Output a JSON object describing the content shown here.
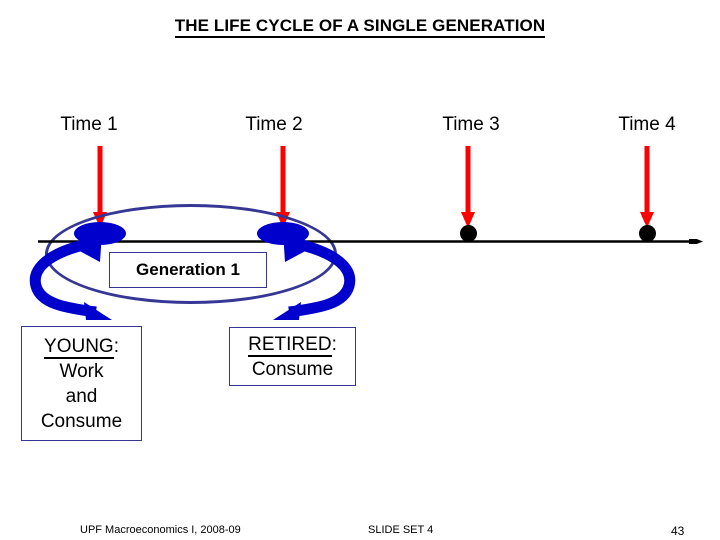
{
  "slide": {
    "title": "THE LIFE CYCLE OF A SINGLE GENERATION",
    "generation_label": "Generation 1",
    "colors": {
      "title": "#000000",
      "arrow_red": "#FF0000",
      "ellipse_navy": "#363694",
      "marker_blue": "#0000CC",
      "timeline_black": "#000000",
      "box_border": "#363694",
      "background": "#FFFFFF"
    },
    "timeline": {
      "axis_label": "time-axis-arrow",
      "ticks": [
        {
          "id": "t1",
          "label": "Time 1",
          "marker": "blue-oval"
        },
        {
          "id": "t2",
          "label": "Time 2",
          "marker": "blue-oval"
        },
        {
          "id": "t3",
          "label": "Time 3",
          "marker": "black-dot"
        },
        {
          "id": "t4",
          "label": "Time 4",
          "marker": "black-dot"
        }
      ]
    },
    "roles": [
      {
        "id": "young",
        "head": "YOUNG",
        "head_suffix": ":",
        "body": "Work\nand\nConsume"
      },
      {
        "id": "retired",
        "head": "RETIRED",
        "head_suffix": ":",
        "body": "Consume"
      }
    ]
  },
  "footer": {
    "left": "UPF Macroeconomics I, 2008-09",
    "middle": "SLIDE SET 4",
    "page": "43"
  }
}
